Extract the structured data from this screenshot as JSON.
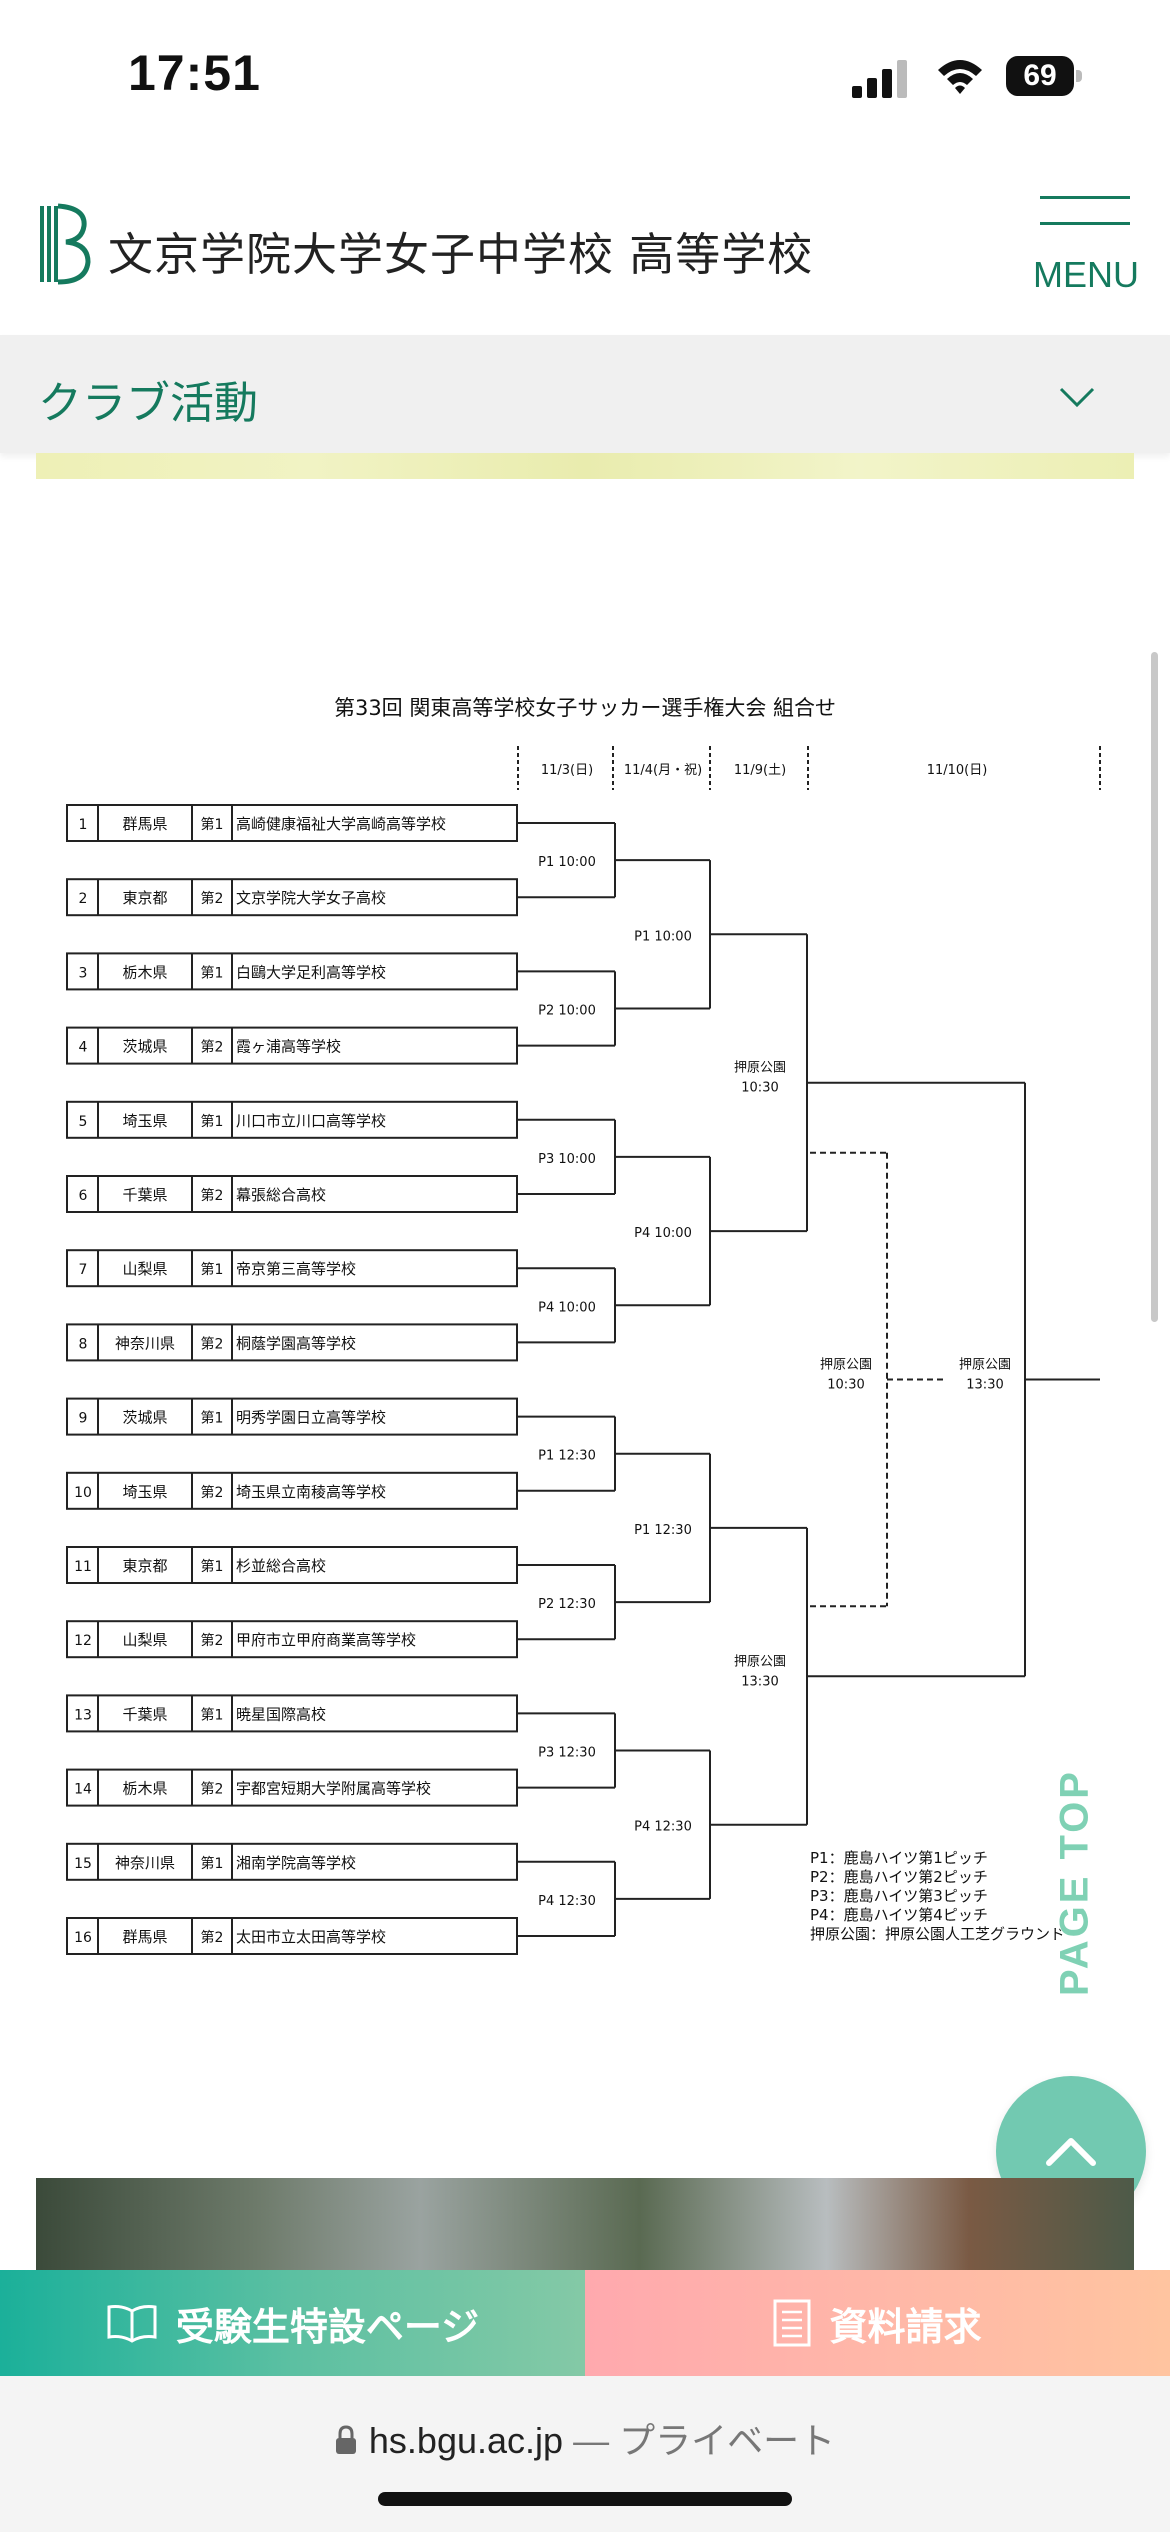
{
  "status": {
    "time": "17:51",
    "battery": "69"
  },
  "header": {
    "logo_text": "文京学院大学女子中学校 高等学校",
    "menu_label": "MENU"
  },
  "section": {
    "title": "クラブ活動"
  },
  "bracket": {
    "title": "第33回 関東高等学校女子サッカー選手権大会 組合せ",
    "dates": [
      "11/3(日)",
      "11/4(月・祝)",
      "11/9(土)",
      "11/10(日)"
    ],
    "teams": [
      {
        "no": "1",
        "pref": "群馬県",
        "seed": "第1",
        "school": "高崎健康福祉大学高崎高等学校"
      },
      {
        "no": "2",
        "pref": "東京都",
        "seed": "第2",
        "school": "文京学院大学女子高校"
      },
      {
        "no": "3",
        "pref": "栃木県",
        "seed": "第1",
        "school": "白鷗大学足利高等学校"
      },
      {
        "no": "4",
        "pref": "茨城県",
        "seed": "第2",
        "school": "霞ヶ浦高等学校"
      },
      {
        "no": "5",
        "pref": "埼玉県",
        "seed": "第1",
        "school": "川口市立川口高等学校"
      },
      {
        "no": "6",
        "pref": "千葉県",
        "seed": "第2",
        "school": "幕張総合高校"
      },
      {
        "no": "7",
        "pref": "山梨県",
        "seed": "第1",
        "school": "帝京第三高等学校"
      },
      {
        "no": "8",
        "pref": "神奈川県",
        "seed": "第2",
        "school": "桐蔭学園高等学校"
      },
      {
        "no": "9",
        "pref": "茨城県",
        "seed": "第1",
        "school": "明秀学園日立高等学校"
      },
      {
        "no": "10",
        "pref": "埼玉県",
        "seed": "第2",
        "school": "埼玉県立南稜高等学校"
      },
      {
        "no": "11",
        "pref": "東京都",
        "seed": "第1",
        "school": "杉並総合高校"
      },
      {
        "no": "12",
        "pref": "山梨県",
        "seed": "第2",
        "school": "甲府市立甲府商業高等学校"
      },
      {
        "no": "13",
        "pref": "千葉県",
        "seed": "第1",
        "school": "暁星国際高校"
      },
      {
        "no": "14",
        "pref": "栃木県",
        "seed": "第2",
        "school": "宇都宮短期大学附属高等学校"
      },
      {
        "no": "15",
        "pref": "神奈川県",
        "seed": "第1",
        "school": "湘南学院高等学校"
      },
      {
        "no": "16",
        "pref": "群馬県",
        "seed": "第2",
        "school": "太田市立太田高等学校"
      }
    ],
    "r1_labels": [
      "P1 10:00",
      "P2 10:00",
      "P3 10:00",
      "P4 10:00",
      "P1 12:30",
      "P2 12:30",
      "P3 12:30",
      "P4 12:30"
    ],
    "r2_labels": [
      "P1 10:00",
      "P4 10:00",
      "P1 12:30",
      "P4 12:30"
    ],
    "semi_labels": [
      [
        "押原公園",
        "10:30"
      ],
      [
        "押原公園",
        "13:30"
      ]
    ],
    "third_label": [
      "押原公園",
      "10:30"
    ],
    "final_label": [
      "押原公園",
      "13:30"
    ],
    "legend": [
      "P1：鹿島ハイツ第1ピッチ",
      "P2：鹿島ハイツ第2ピッチ",
      "P3：鹿島ハイツ第3ピッチ",
      "P4：鹿島ハイツ第4ピッチ",
      "押原公園：押原公園人工芝グラウンド"
    ]
  },
  "page_top": "PAGE TOP",
  "buttons": {
    "exam": "受験生特設ページ",
    "request": "資料請求"
  },
  "browser": {
    "domain": "hs.bgu.ac.jp",
    "privacy": "— プライベート"
  },
  "colors": {
    "brand_green": "#157a5e",
    "accent_mint": "#72c9b1",
    "coral": "#ffb1a8"
  }
}
